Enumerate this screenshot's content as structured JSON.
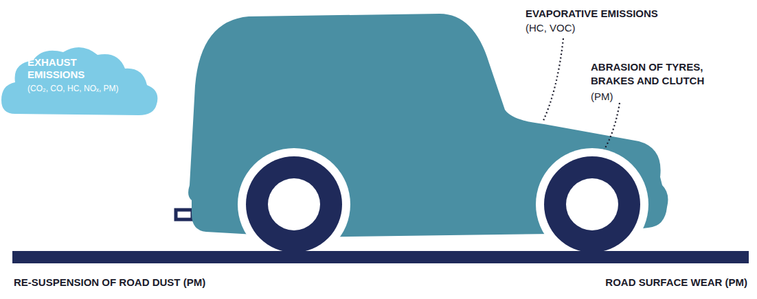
{
  "diagram": {
    "nodes": [
      {
        "text": [
          "EXHAUST EMISSIONS",
          "(CO₂, CO, HC, NOₓ, PM)"
        ]
      }
    ],
    "labels": [
      "EVAPORATIVE EMISSIONS",
      "(HC, VOC)",
      "ABRASION OF TYRES, BRAKES AND CLUTCH",
      "(PM)",
      "RE-SUSPENSION OF ROAD DUST (PM)",
      "ROAD SURFACE WEAR (PM)"
    ]
  }
}
